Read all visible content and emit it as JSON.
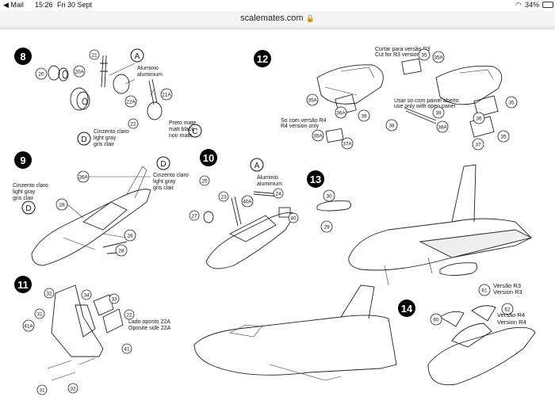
{
  "status": {
    "carrier": "◀ Mail",
    "time": "15:26",
    "date": "Fri 30 Sept",
    "battery": "34%"
  },
  "browser": {
    "url": "scalemates.com",
    "lock": "lock-icon"
  },
  "steps": {
    "s8": "8",
    "s9": "9",
    "s10": "10",
    "s11": "11",
    "s12": "12",
    "s13": "13",
    "s14": "14"
  },
  "labels": {
    "A": "A",
    "C": "C",
    "D": "D",
    "aluminio": "Aluminio",
    "aluminium": "aluminium",
    "preto": "Preto mate",
    "matt": "matt black",
    "noir": "noir mate",
    "cinz": "Cinzento claro",
    "light": "light gray",
    "gris": "gris clair",
    "cortar": "Cortar para versão R3",
    "cut": "Cut for R3 version",
    "usar": "Usar so com painel aberto",
    "useonly": "use only with open panel",
    "socom": "So com versão R4",
    "r4only": "R4 version only",
    "lado": "Lado oposto 22A",
    "oposite": "Oposite side 22A",
    "vr3a": "Versão R3",
    "vr3b": "Version R3",
    "vr4a": "Versão R4",
    "vr4b": "Version R4"
  },
  "parts": {
    "p21": "21",
    "p20": "20",
    "p20A": "20A",
    "p21A": "21A",
    "p22A": "22A",
    "p22": "22",
    "p35": "35",
    "p35A": "35A",
    "p36": "36",
    "p36A": "36A",
    "p38": "38",
    "p38A": "38A",
    "p39": "39",
    "p37": "37",
    "p37A": "37A",
    "p26A": "26A",
    "p28": "28",
    "p26": "26",
    "p25": "25",
    "p23": "23",
    "p24": "24",
    "p40A": "40A",
    "p27": "27",
    "p40": "40",
    "p30": "30",
    "p29": "29",
    "p32": "32",
    "p34": "34",
    "p33": "33",
    "p31": "31",
    "p41A": "41A",
    "p41": "41",
    "p61": "61",
    "p62": "62",
    "p60": "60"
  }
}
